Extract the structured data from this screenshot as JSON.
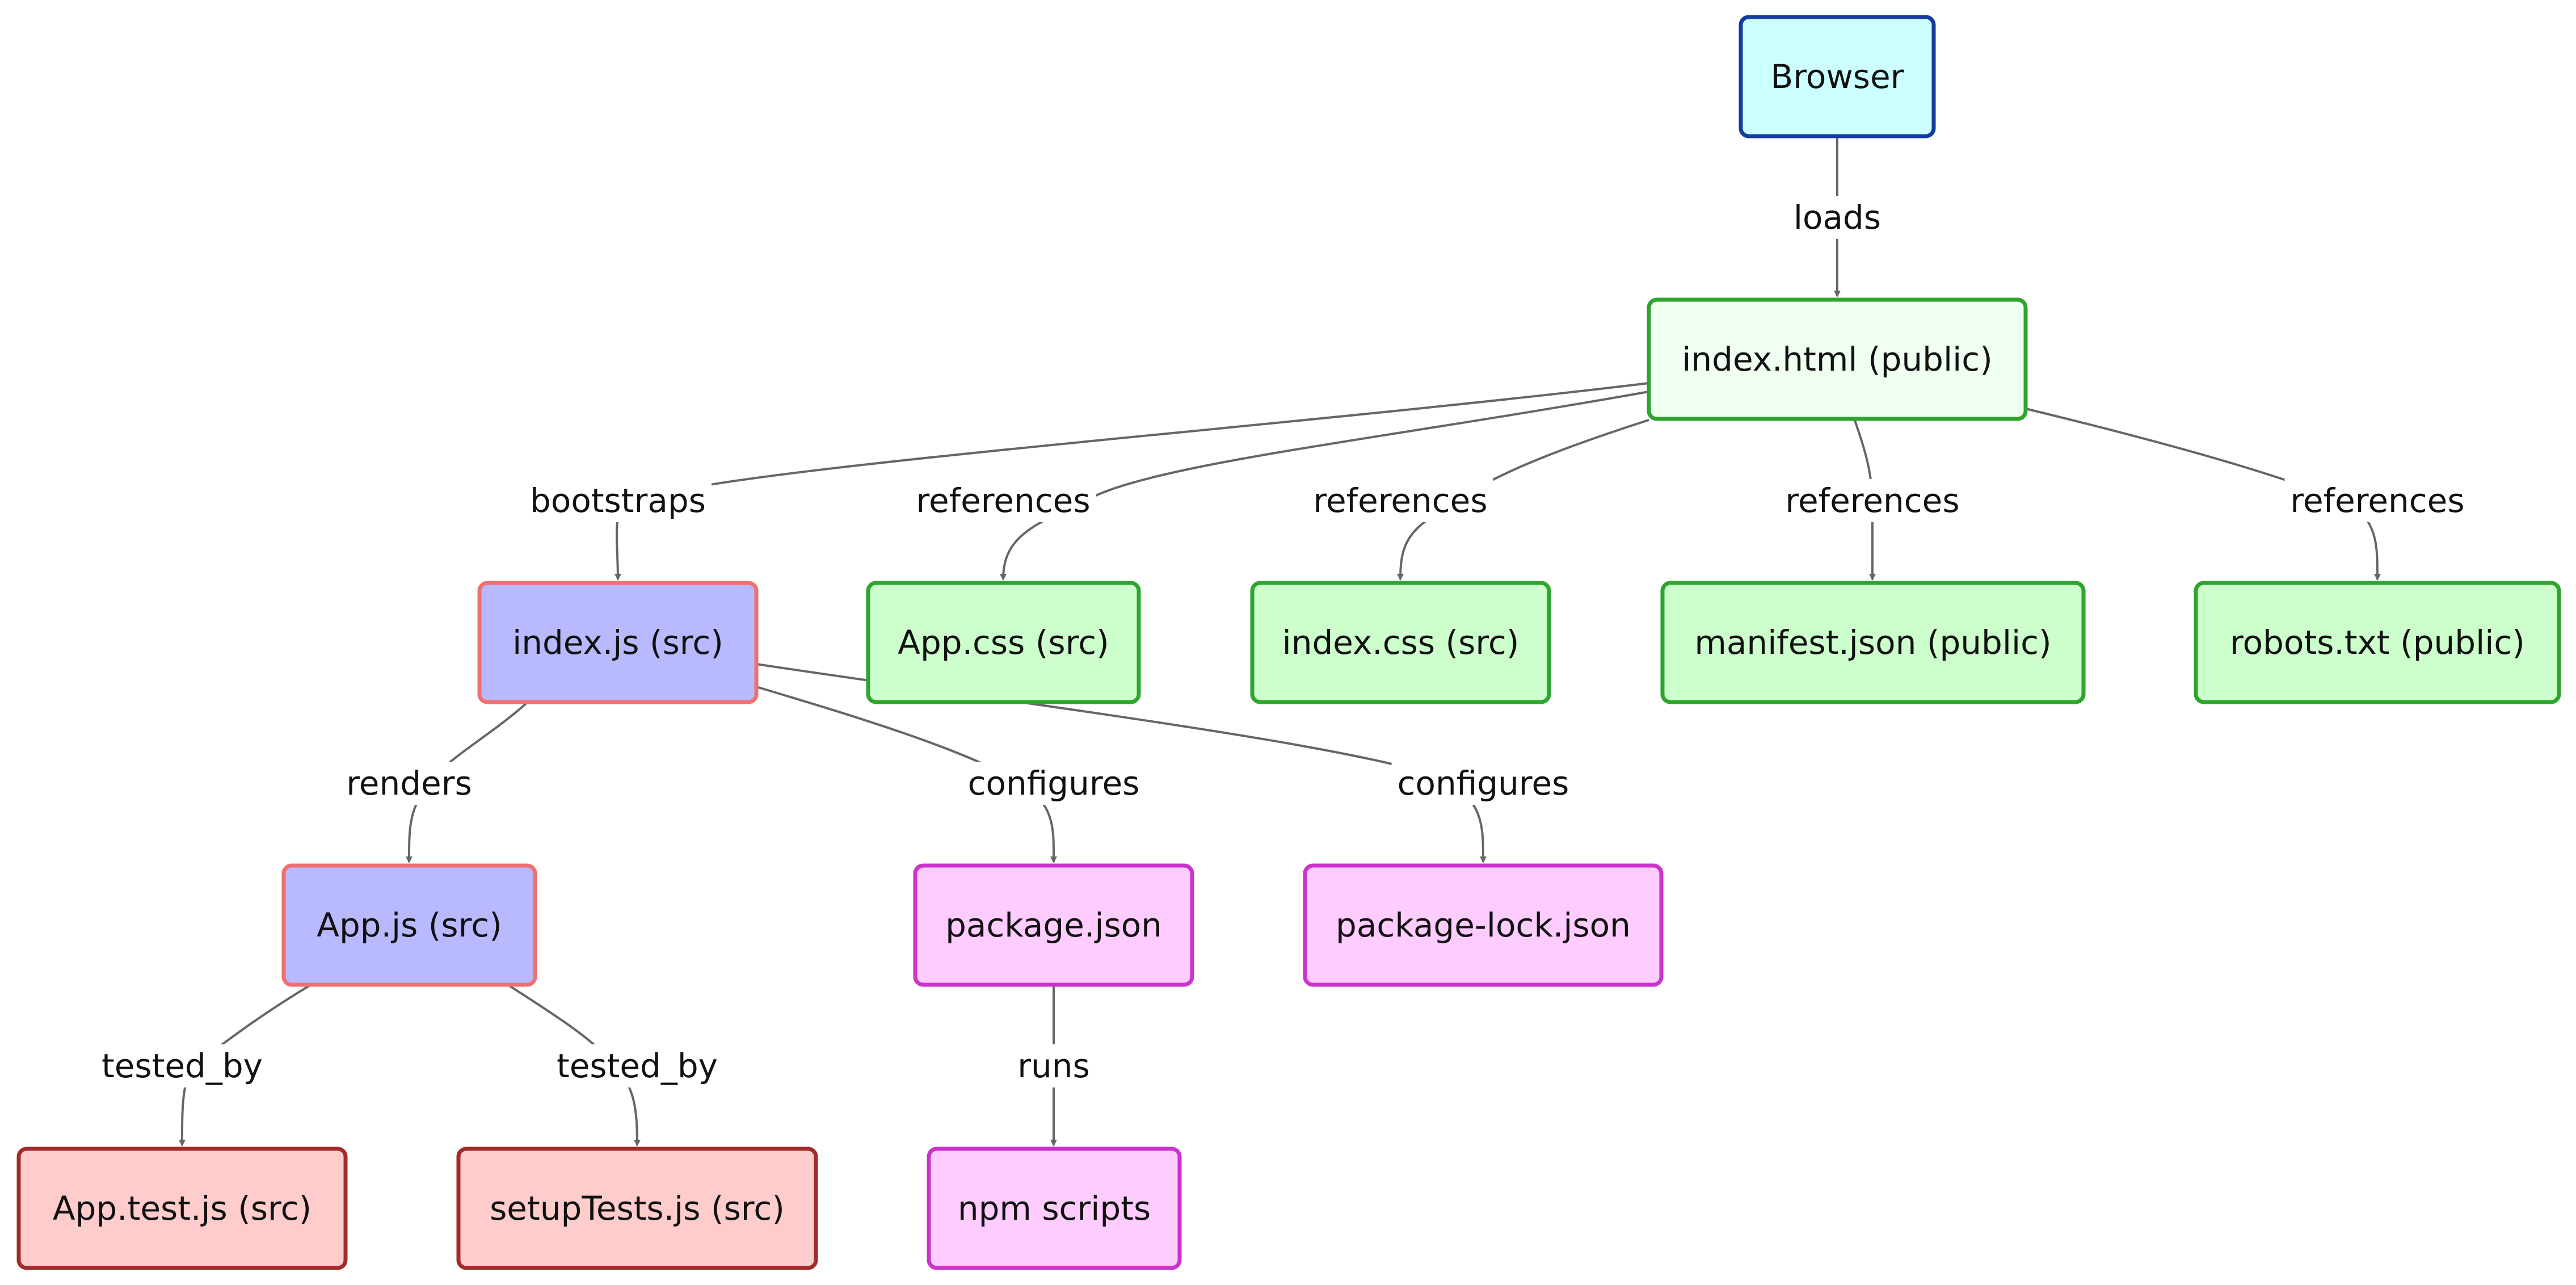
{
  "diagram": {
    "colors": {
      "browser": {
        "fill": "#ccffff",
        "stroke": "#123ca0"
      },
      "public": {
        "fill": "#effff0",
        "stroke": "#2ea52e"
      },
      "asset": {
        "fill": "#ccffcc",
        "stroke": "#2ea52e"
      },
      "entry": {
        "fill": "#b9b9ff",
        "stroke": "#f07070"
      },
      "config": {
        "fill": "#ffccff",
        "stroke": "#cc33cc"
      },
      "test": {
        "fill": "#ffcccc",
        "stroke": "#a02c2c"
      },
      "edge": "#666666"
    },
    "nodes": [
      {
        "id": "browser",
        "label": "Browser",
        "kind": "browser"
      },
      {
        "id": "index-html",
        "label": "index.html (public)",
        "kind": "public"
      },
      {
        "id": "index-js",
        "label": "index.js (src)",
        "kind": "entry"
      },
      {
        "id": "app-css",
        "label": "App.css (src)",
        "kind": "asset"
      },
      {
        "id": "index-css",
        "label": "index.css (src)",
        "kind": "asset"
      },
      {
        "id": "manifest-json",
        "label": "manifest.json (public)",
        "kind": "asset"
      },
      {
        "id": "robots-txt",
        "label": "robots.txt (public)",
        "kind": "asset"
      },
      {
        "id": "app-js",
        "label": "App.js (src)",
        "kind": "entry"
      },
      {
        "id": "package-json",
        "label": "package.json",
        "kind": "config"
      },
      {
        "id": "package-lock-json",
        "label": "package-lock.json",
        "kind": "config"
      },
      {
        "id": "app-test-js",
        "label": "App.test.js (src)",
        "kind": "test"
      },
      {
        "id": "setup-tests-js",
        "label": "setupTests.js (src)",
        "kind": "test"
      },
      {
        "id": "npm-scripts",
        "label": "npm scripts",
        "kind": "config"
      }
    ],
    "edges": [
      {
        "from": "browser",
        "to": "index-html",
        "label": "loads"
      },
      {
        "from": "index-html",
        "to": "index-js",
        "label": "bootstraps"
      },
      {
        "from": "index-html",
        "to": "app-css",
        "label": "references"
      },
      {
        "from": "index-html",
        "to": "index-css",
        "label": "references"
      },
      {
        "from": "index-html",
        "to": "manifest-json",
        "label": "references"
      },
      {
        "from": "index-html",
        "to": "robots-txt",
        "label": "references"
      },
      {
        "from": "index-js",
        "to": "app-js",
        "label": "renders"
      },
      {
        "from": "index-js",
        "to": "package-json",
        "label": "configures"
      },
      {
        "from": "index-js",
        "to": "package-lock-json",
        "label": "configures"
      },
      {
        "from": "app-js",
        "to": "app-test-js",
        "label": "tested_by"
      },
      {
        "from": "app-js",
        "to": "setup-tests-js",
        "label": "tested_by"
      },
      {
        "from": "package-json",
        "to": "npm-scripts",
        "label": "runs"
      }
    ]
  }
}
